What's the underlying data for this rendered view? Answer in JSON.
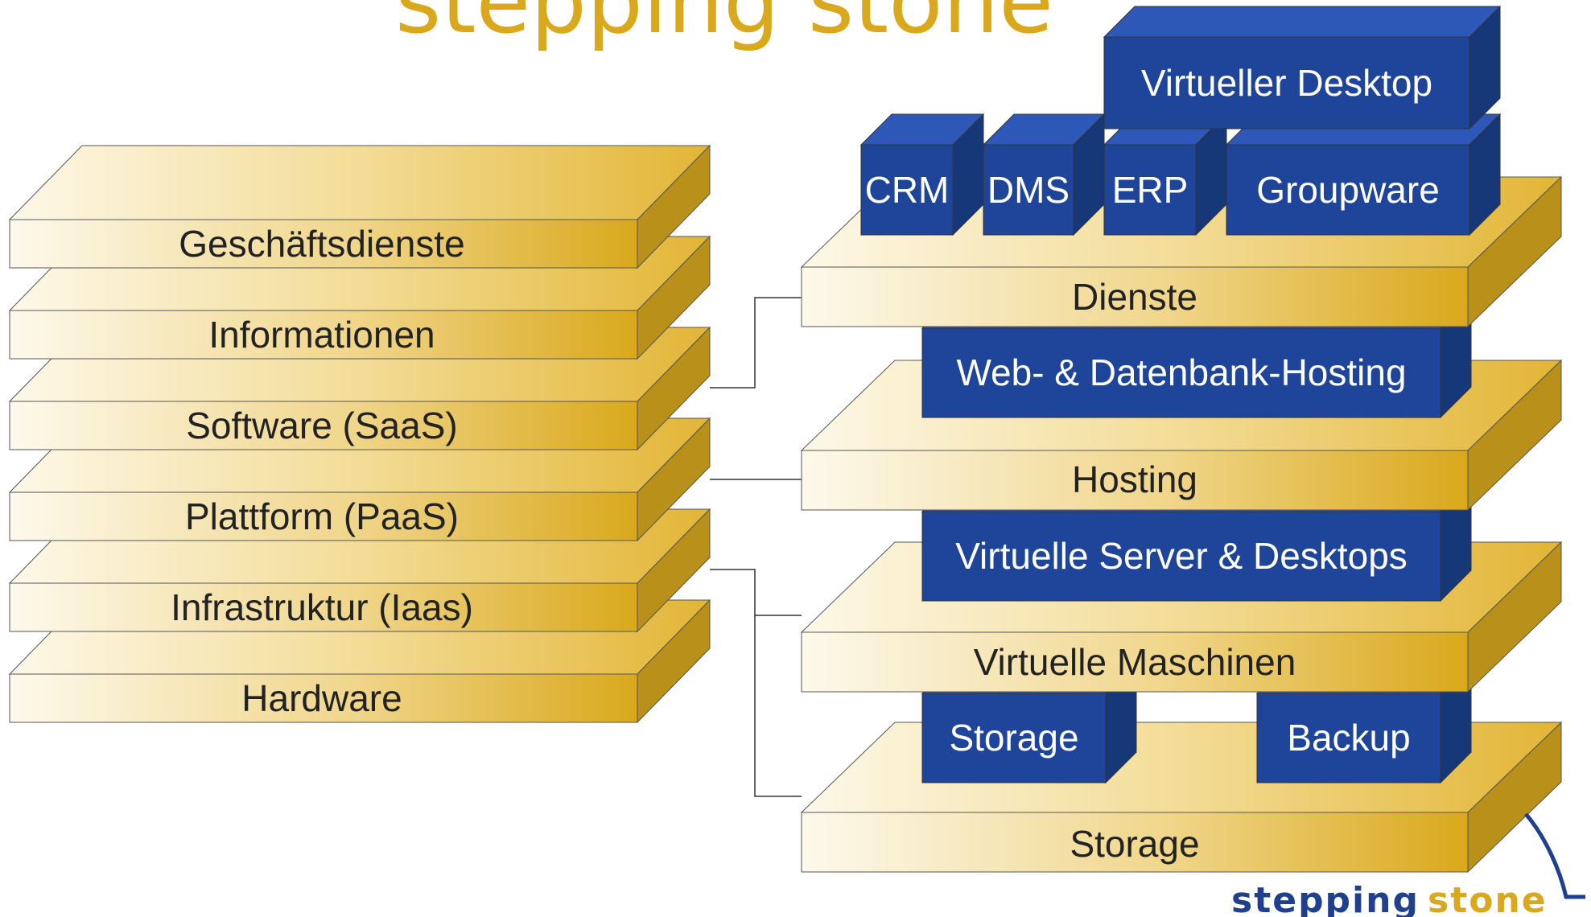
{
  "title": "stepping stone",
  "colors": {
    "gold_dark": "#d9a81c",
    "gold_light": "#fbf4dc",
    "gold_side": "#b8901a",
    "gold_top": "#e8c24a",
    "blue_front": "#1e4599",
    "blue_top": "#2e58b8",
    "blue_side": "#163778",
    "line": "#333333"
  },
  "left_stack": [
    "Geschäftsdienste",
    "Informationen",
    "Software (SaaS)",
    "Plattform (PaaS)",
    "Infrastruktur (Iaas)",
    "Hardware"
  ],
  "right_layers": [
    "Dienste",
    "Hosting",
    "Virtuelle Maschinen",
    "Storage"
  ],
  "blocks": {
    "virtueller_desktop": "Virtueller Desktop",
    "crm": "CRM",
    "dms": "DMS",
    "erp": "ERP",
    "groupware": "Groupware",
    "web_hosting": "Web- & Datenbank-Hosting",
    "virtual_servers": "Virtuelle Server & Desktops",
    "storage": "Storage",
    "backup": "Backup"
  },
  "logo": {
    "part1": "stepping",
    "part2": "stone"
  }
}
